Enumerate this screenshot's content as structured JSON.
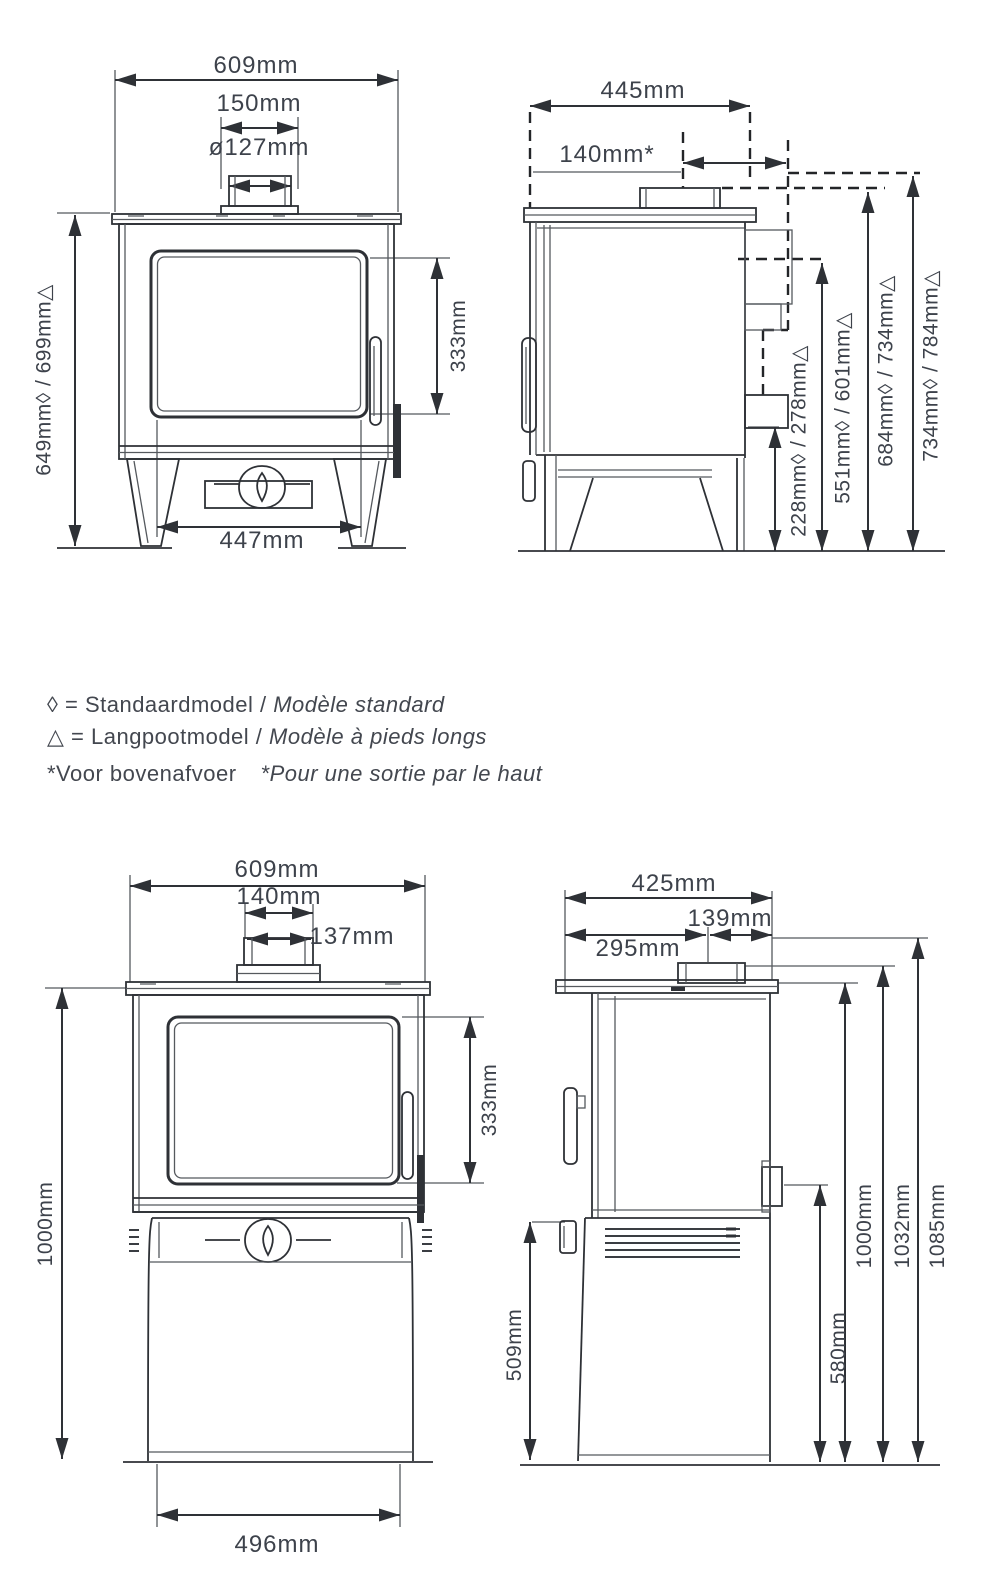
{
  "colors": {
    "line": "#2e3136",
    "text": "#3d424b"
  },
  "legend": {
    "standard_model": {
      "nl": "◊ = Standaardmodel / ",
      "fr": "Modèle standard"
    },
    "long_leg_model": {
      "nl": "△ = Langpootmodel / ",
      "fr": "Modèle à pieds longs"
    },
    "top_outlet_note": {
      "nl": "*Voor bovenafvoer",
      "fr": "*Pour une sortie par le haut"
    }
  },
  "views": {
    "front_standard": {
      "dims": {
        "overall_width": "609mm",
        "collar_base_width": "150mm",
        "flue_diameter": "ø127mm",
        "glass_height": "333mm",
        "glass_width": "447mm",
        "overall_height": "649mm◊ / 699mm△"
      }
    },
    "side_standard": {
      "dims": {
        "overall_depth": "445mm",
        "flue_centre_to_rear": "140mm*",
        "floor_to_rear_outlet_bottom": "228mm◊ / 278mm△",
        "floor_to_rear_flue_centre": "551mm◊ / 601mm△",
        "floor_to_collar_top": "684mm◊ / 734mm△",
        "floor_to_top_outlet": "734mm◊ / 784mm△"
      }
    },
    "front_logstore": {
      "dims": {
        "overall_width": "609mm",
        "collar_base_width": "140mm",
        "flue_diameter": "137mm",
        "glass_height": "333mm",
        "overall_height": "1000mm",
        "base_width": "496mm"
      }
    },
    "side_logstore": {
      "dims": {
        "overall_depth": "425mm",
        "front_to_flue_centre": "295mm",
        "flue_centre_to_rear": "139mm",
        "floor_to_body_bottom": "509mm",
        "floor_to_rear_outlet": "580mm",
        "floor_to_top_plate": "1000mm",
        "floor_to_collar_top": "1032mm",
        "overall_height": "1085mm"
      }
    }
  }
}
